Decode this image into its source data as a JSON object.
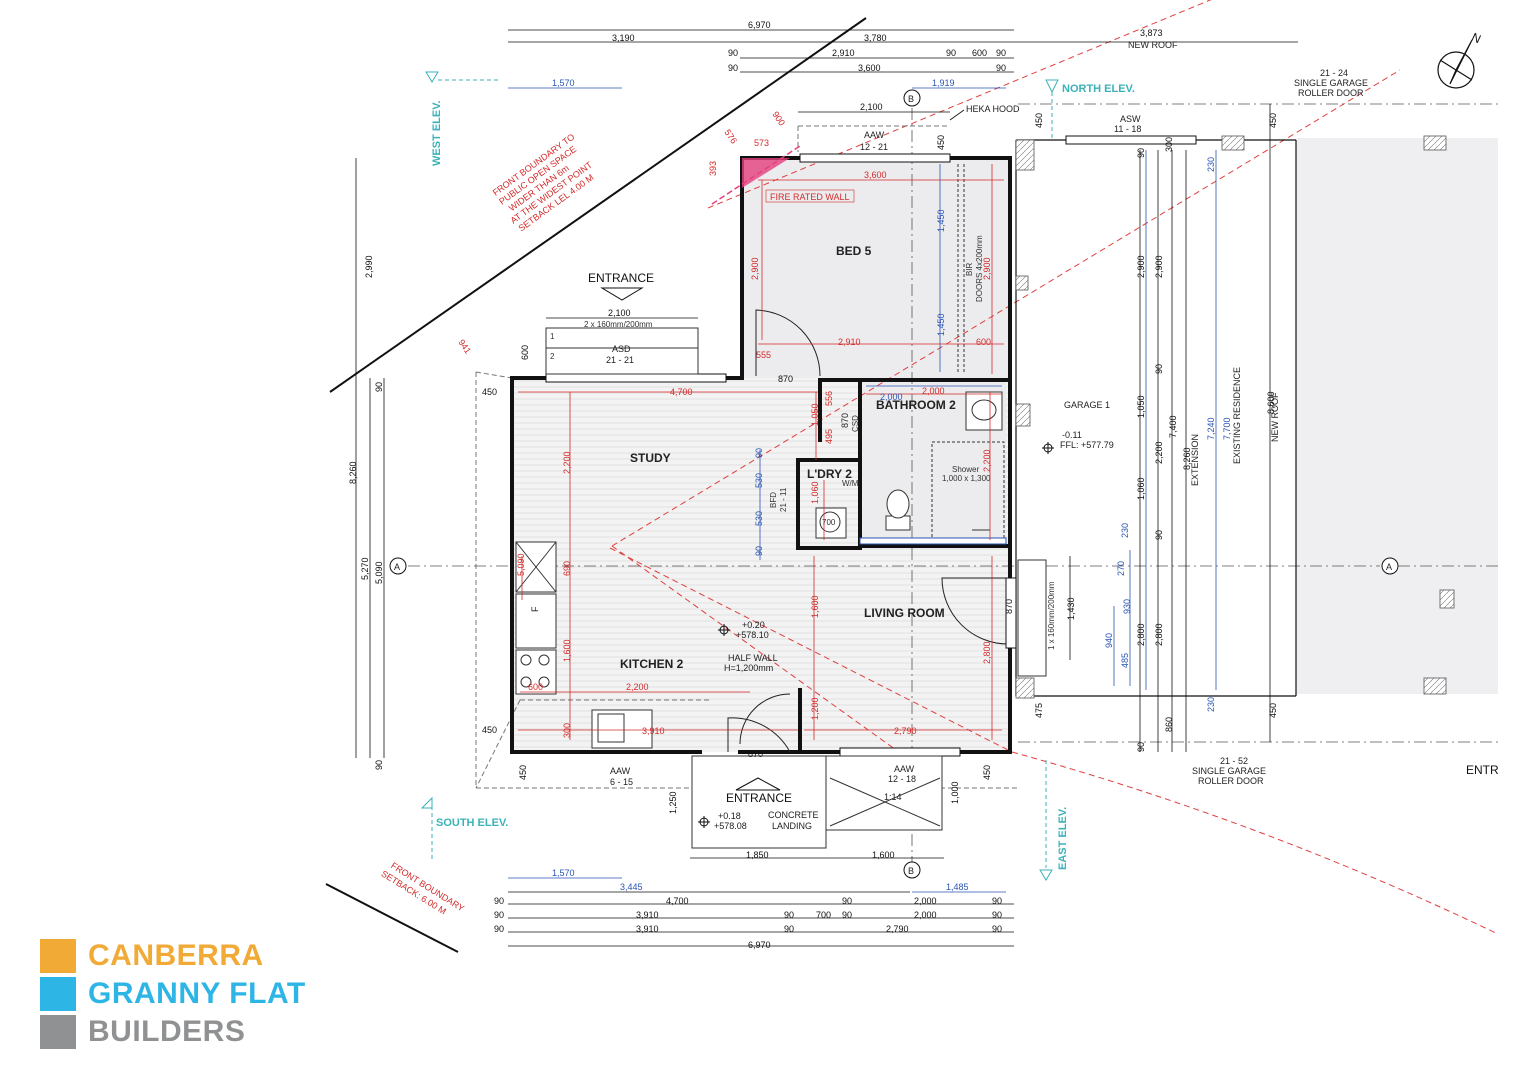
{
  "rooms": {
    "bed5": "BED 5",
    "bathroom2": "BATHROOM 2",
    "study": "STUDY",
    "ldry2": "L'DRY 2",
    "living": "LIVING ROOM",
    "kitchen2": "KITCHEN 2",
    "garage1": "GARAGE 1"
  },
  "labels": {
    "entrance_top": "ENTRANCE",
    "entrance_bottom": "ENTRANCE",
    "heka_hood": "HEKA HOOD",
    "fire_rated_wall": "FIRE RATED WALL",
    "aaw_top": "AAW",
    "aaw_top_code": "12 - 21",
    "asd": "ASD",
    "asd_code": "21 - 21",
    "step_spec": "2 x 160mm/200mm",
    "step1": "1",
    "step2": "2",
    "asw": "ASW",
    "asw_code": "11 - 18",
    "garage_door_top_code": "21 - 24",
    "garage_door_top_a": "SINGLE GARAGE",
    "garage_door_top_b": "ROLLER DOOR",
    "garage_door_bottom_code": "21 - 52",
    "garage_door_bottom_a": "SINGLE GARAGE",
    "garage_door_bottom_b": "ROLLER DOOR",
    "new_roof_top": "NEW ROOF",
    "new_roof_side": "NEW ROOF",
    "extension": "EXTENSION",
    "existing_residence": "EXISTING RESIDENCE",
    "garage_ffl_level": "-0.11",
    "garage_ffl": "FFL: +577.79",
    "shower": "Shower",
    "shower_size": "1,000 x 1,300",
    "bir": "BIR",
    "bir_doors": "DOORS 4x200mm",
    "bfd": "BFD",
    "bfd_code": "21 - 11",
    "wm": "W/M",
    "csd": "CSD",
    "fridge": "F",
    "half_wall": "HALF WALL",
    "half_wall_h": "H=1,200mm",
    "flat_level": "+0.20",
    "flat_ffl": "+578.10",
    "landing_level": "+0.18",
    "landing_ffl": "+578.08",
    "concrete": "CONCRETE",
    "landing": "LANDING",
    "aaw_bl": "AAW",
    "aaw_bl_code": "6 - 15",
    "aaw_br": "AAW",
    "aaw_br_code": "12 - 18",
    "ramp": "1:14",
    "east_steps": "1 x 160mm/200mm",
    "entr_cut": "ENTR",
    "grid_a": "A",
    "grid_b": "B",
    "north": "N",
    "w700": "700"
  },
  "elevations": {
    "west": "WEST ELEV.",
    "north": "NORTH ELEV.",
    "south": "SOUTH ELEV.",
    "east": "EAST ELEV."
  },
  "notes": {
    "front_boundary_1": "FRONT BOUNDARY TO",
    "front_boundary_2": "PUBLIC OPEN SPACE",
    "front_boundary_3": "WIDER THAN 6m",
    "front_boundary_4": "AT THE WIDEST POINT",
    "front_boundary_5": "SETBACK LEL 4.00 M",
    "setback_1": "FRONT BOUNDARY",
    "setback_2": "SETBACK: 6.00 M"
  },
  "dims": {
    "top_total": "6,970",
    "top_3190": "3,190",
    "top_3780": "3,780",
    "top_3873": "3,873",
    "r2_90a": "90",
    "r2_2910": "2,910",
    "r2_90b": "90",
    "r2_600": "600",
    "r2_90c": "90",
    "r3_90a": "90",
    "r3_3600": "3,600",
    "r3_90b": "90",
    "top_1570": "1,570",
    "top_1919": "1,919",
    "top_2100": "2,100",
    "bot_1570": "1,570",
    "bot_3445": "3,445",
    "bot_1485": "1,485",
    "b1_90a": "90",
    "b1_4700": "4,700",
    "b1_90b": "90",
    "b1_2000": "2,000",
    "b1_90c": "90",
    "b2_90a": "90",
    "b2_3910": "3,910",
    "b2_90b": "90",
    "b2_700": "700",
    "b2_90c": "90",
    "b2_2000": "2,000",
    "b2_90d": "90",
    "b3_90a": "90",
    "b3_3910": "3,910",
    "b3_90b": "90",
    "b3_2790": "2,790",
    "b3_90c": "90",
    "bot_total": "6,970",
    "l_2990": "2,990",
    "l_8260": "8,260",
    "l_90a": "90",
    "l_5270": "5,270",
    "l_5090": "5,090",
    "l_90b": "90",
    "l_600": "600",
    "l_450a": "450",
    "l_450b": "450",
    "l_450c": "450",
    "entr_2100": "2,100",
    "land_1250": "1,250",
    "land_1850": "1,850",
    "land_1600": "1,600",
    "land_1000": "1,000",
    "land_870": "870",
    "top_870": "870",
    "top_450": "450",
    "east_450": "450",
    "g_450a": "450",
    "g_450b": "450",
    "g_475": "475",
    "g_90a": "90",
    "g_300": "300",
    "g_230a": "230",
    "g_2900a": "2,900",
    "g_2900b": "2,900",
    "g_90b": "90",
    "g_1050": "1,050",
    "g_2200": "2,200",
    "g_7400": "7,400",
    "g_8260": "8,260",
    "g_7240": "7,240",
    "g_7700": "7,700",
    "g_8600": "8,600",
    "g_1060": "1,060",
    "g_90c": "90",
    "g_230b": "230",
    "g_270": "270",
    "g_930": "930",
    "g_940": "940",
    "g_485": "485",
    "g_2800a": "2,800",
    "g_2800b": "2,800",
    "g_860": "860",
    "g_90d": "90",
    "g_230c": "230",
    "g_1430": "1,430",
    "g_870": "870",
    "in_3600": "3,600",
    "in_2900": "2,900",
    "in_1450a": "1,450",
    "in_1450b": "1,450",
    "in_2910": "2,910",
    "in_600": "600",
    "in_2900r": "2,900",
    "in_555": "555",
    "in_4700": "4,700",
    "in_2000": "2,000",
    "in_2200": "2,200",
    "in_1050": "1,050",
    "in_556": "556",
    "in_495": "495",
    "in_870v": "870",
    "in_2200r": "2,200",
    "in_1060": "1,060",
    "in_5090": "5,090",
    "in_690": "690",
    "in_1600": "1,600",
    "in_1600b": "1,600",
    "in_2800": "2,800",
    "in_600k": "600",
    "in_2200k": "2,200",
    "in_300": "300",
    "in_3910": "3,910",
    "in_1200": "1,200",
    "in_2790": "2,790",
    "in_941": "941",
    "in_573": "573",
    "in_576": "576",
    "in_900": "900",
    "in_393": "393",
    "b_90a": "90",
    "b_530a": "530",
    "b_530b": "530",
    "b_90b": "90",
    "b_90c": "90",
    "b_700": "700"
  },
  "logo": {
    "line1": "CANBERRA",
    "line2": "GRANNY FLAT",
    "line3": "BUILDERS",
    "color1": "#f1aa35",
    "color2": "#2db5e6",
    "color3": "#8f9193"
  }
}
